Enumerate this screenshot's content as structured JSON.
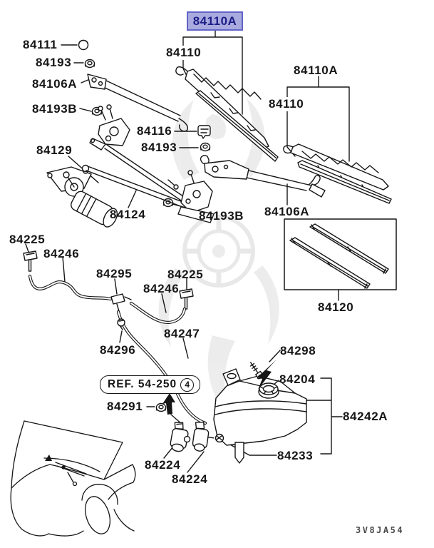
{
  "diagram": {
    "title_code": "3V8JA54",
    "highlighted_part": {
      "label": "84110A"
    },
    "ref_note": {
      "text": "REF. 54-250",
      "circled_number": "4"
    },
    "part_labels": [
      {
        "text": "84111"
      },
      {
        "text": "84193"
      },
      {
        "text": "84106A"
      },
      {
        "text": "84193B"
      },
      {
        "text": "84110"
      },
      {
        "text": "84116"
      },
      {
        "text": "84193"
      },
      {
        "text": "84129"
      },
      {
        "text": "84124"
      },
      {
        "text": "84193B"
      },
      {
        "text": "84106A"
      },
      {
        "text": "84110A"
      },
      {
        "text": "84110"
      },
      {
        "text": "84120"
      },
      {
        "text": "84225"
      },
      {
        "text": "84246"
      },
      {
        "text": "84295"
      },
      {
        "text": "84225"
      },
      {
        "text": "84246"
      },
      {
        "text": "84247"
      },
      {
        "text": "84296"
      },
      {
        "text": "84291"
      },
      {
        "text": "84298"
      },
      {
        "text": "84204"
      },
      {
        "text": "84242A"
      },
      {
        "text": "84233"
      },
      {
        "text": "84224"
      },
      {
        "text": "84224"
      }
    ]
  },
  "colors": {
    "line": "#161616",
    "highlight_bg": "#a9abdf",
    "highlight_border": "#6264c8",
    "highlight_text": "#1d1d87",
    "watermark": "#dedede",
    "code_text": "#4a4a4a"
  }
}
